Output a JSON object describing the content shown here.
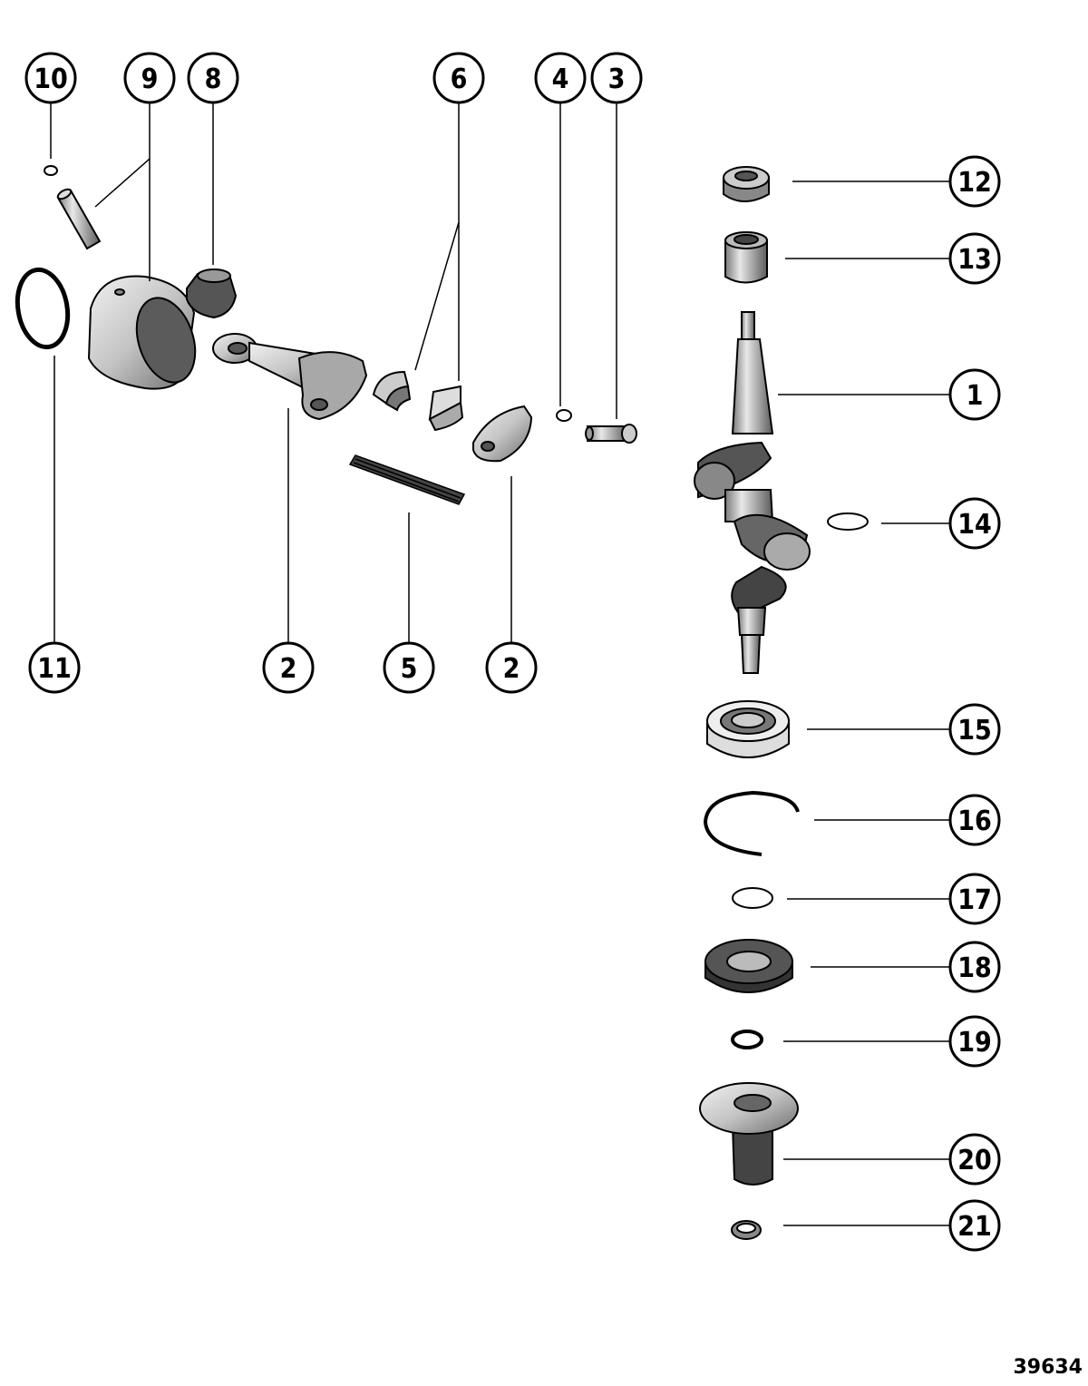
{
  "callouts": [
    {
      "label": "10"
    },
    {
      "label": "9"
    },
    {
      "label": "8"
    },
    {
      "label": "6"
    },
    {
      "label": "4"
    },
    {
      "label": "3"
    },
    {
      "label": "12"
    },
    {
      "label": "13"
    },
    {
      "label": "1"
    },
    {
      "label": "14"
    },
    {
      "label": "11"
    },
    {
      "label": "2"
    },
    {
      "label": "5"
    },
    {
      "label": "2"
    },
    {
      "label": "15"
    },
    {
      "label": "16"
    },
    {
      "label": "17"
    },
    {
      "label": "18"
    },
    {
      "label": "19"
    },
    {
      "label": "20"
    },
    {
      "label": "21"
    }
  ],
  "figure_number": "39634",
  "colors": {
    "ink": "#000000",
    "part_fill": "#d9d9d9",
    "part_shade": "#7a7a7a",
    "background": "#ffffff"
  }
}
